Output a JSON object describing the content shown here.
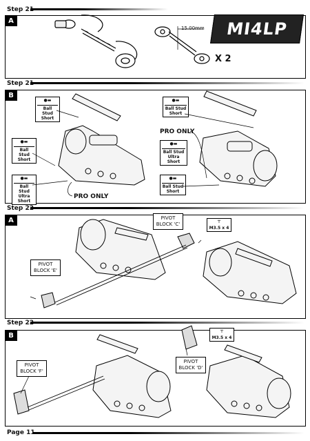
{
  "steps": {
    "s21a_title": "Step 21",
    "s21b_title": "Step 21",
    "s22a_title": "Step 22",
    "s22b_title": "Step 22"
  },
  "panels": {
    "a": "A",
    "b": "B"
  },
  "step21a": {
    "measure": "15.00mm",
    "qty": "X 2"
  },
  "step21b": {
    "ball_stud_short": "Ball Stud Short",
    "ball_stud_ultra_short": "Ball Stud Ultra Short",
    "pro_only": "PRO ONLY"
  },
  "step22": {
    "pivot_c": "PIVOT BLOCK 'C'",
    "pivot_e": "PIVOT BLOCK 'E'",
    "pivot_f": "PIVOT BLOCK 'F'",
    "pivot_d": "PIVOT BLOCK 'D'",
    "screw": "M3.5 x 4"
  },
  "logo": "MI4LP",
  "footer": {
    "page": "Page 11"
  }
}
